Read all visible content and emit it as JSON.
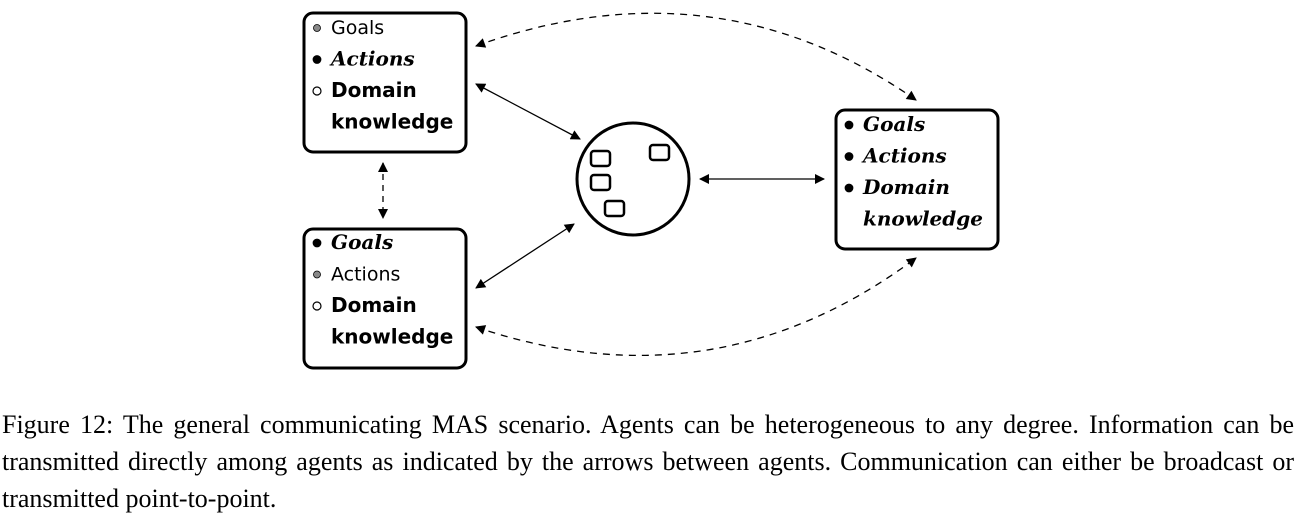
{
  "agents": {
    "top_left": {
      "items": [
        {
          "text": "Goals",
          "bullet": "gray",
          "style": "plain"
        },
        {
          "text": "Actions",
          "bullet": "black",
          "style": "bold-italic"
        },
        {
          "text": "Domain",
          "bullet": "white",
          "style": "bold"
        },
        {
          "text": "knowledge",
          "bullet": "none",
          "style": "bold"
        }
      ]
    },
    "bottom_left": {
      "items": [
        {
          "text": "Goals",
          "bullet": "black",
          "style": "bold-italic"
        },
        {
          "text": "Actions",
          "bullet": "gray",
          "style": "plain"
        },
        {
          "text": "Domain",
          "bullet": "white",
          "style": "bold"
        },
        {
          "text": "knowledge",
          "bullet": "none",
          "style": "bold"
        }
      ]
    },
    "right": {
      "items": [
        {
          "text": "Goals",
          "bullet": "black",
          "style": "bold-italic"
        },
        {
          "text": "Actions",
          "bullet": "black",
          "style": "bold-italic"
        },
        {
          "text": "Domain",
          "bullet": "black",
          "style": "bold-italic"
        },
        {
          "text": "knowledge",
          "bullet": "none",
          "style": "bold-italic"
        }
      ]
    }
  },
  "caption": "Figure 12: The general communicating MAS scenario. Agents can be heterogeneous to any degree. Information can be transmitted directly among agents as indicated by the arrows between agents. Communication can either be broadcast or transmitted point-to-point."
}
